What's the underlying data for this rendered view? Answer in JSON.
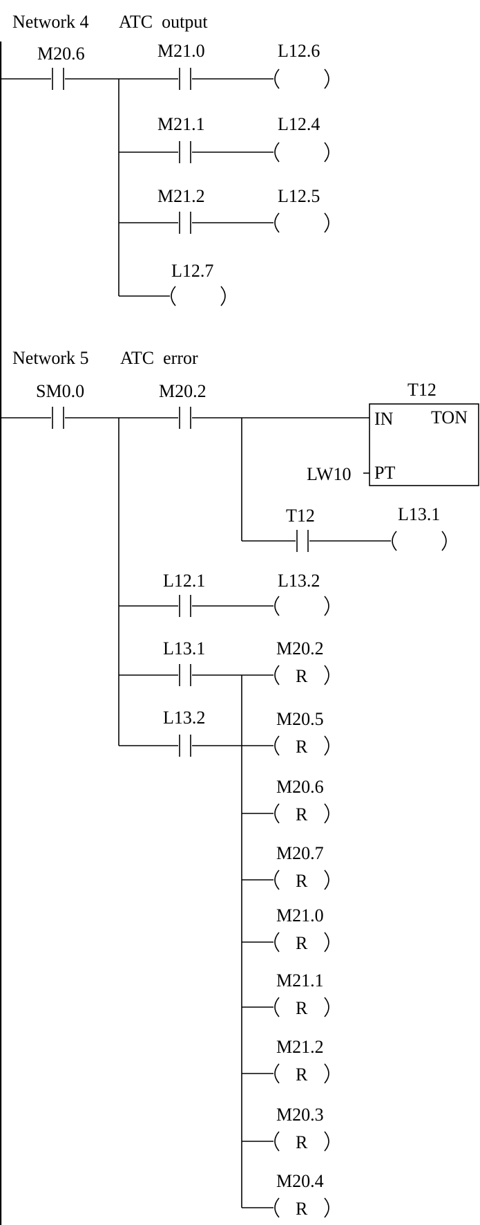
{
  "networks": [
    {
      "number": "Network 4",
      "comment": "ATC  output"
    },
    {
      "number": "Network 5",
      "comment": "ATC  error"
    }
  ],
  "net4": {
    "contacts": [
      "M20.6",
      "M21.0",
      "M21.1",
      "M21.2"
    ],
    "coils": [
      "L12.6",
      "L12.4",
      "L12.5",
      "L12.7"
    ]
  },
  "net5": {
    "contacts": [
      "SM0.0",
      "M20.2",
      "T12",
      "L12.1",
      "L13.1",
      "L13.2"
    ],
    "timer": {
      "name": "T12",
      "type": "TON",
      "in_pin": "IN",
      "pt_pin": "PT",
      "pt_value": "LW10"
    },
    "coils": [
      "L13.1",
      "L13.2"
    ],
    "reset_label": "R",
    "reset_coils": [
      "M20.2",
      "M20.5",
      "M20.6",
      "M20.7",
      "M21.0",
      "M21.1",
      "M21.2",
      "M20.3",
      "M20.4"
    ]
  }
}
